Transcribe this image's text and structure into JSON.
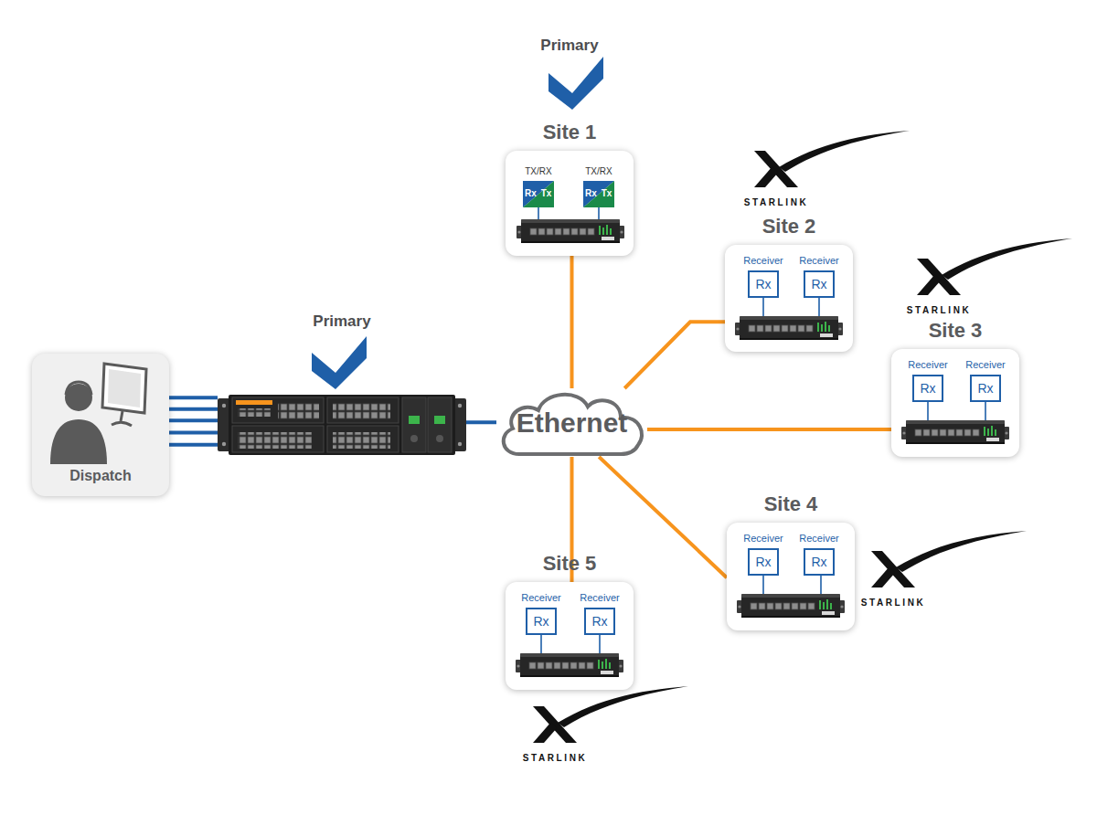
{
  "diagram": {
    "nodes": [
      {
        "text": [
          "Primary",
          "Site 1"
        ]
      },
      {
        "text": [
          "TX/RX",
          "Rx",
          "Tx"
        ],
        "in": 0
      },
      {
        "text": [
          "TX/RX",
          "Rx",
          "Tx"
        ],
        "in": 0
      },
      {
        "text": [
          "Site 2"
        ]
      },
      {
        "text": [
          "Receiver",
          "Rx"
        ],
        "in": 3
      },
      {
        "text": [
          "Receiver",
          "Rx"
        ],
        "in": 3
      },
      {
        "text": [
          "Site 3"
        ]
      },
      {
        "text": [
          "Receiver",
          "Rx"
        ],
        "in": 6
      },
      {
        "text": [
          "Receiver",
          "Rx"
        ],
        "in": 6
      },
      {
        "text": [
          "Dispatch"
        ]
      },
      {
        "text": [
          "Primary"
        ]
      },
      {
        "text": [
          "Ethernet"
        ]
      },
      {
        "text": [
          "Site 4"
        ]
      },
      {
        "text": [
          "Receiver",
          "Rx"
        ],
        "in": 12
      },
      {
        "text": [
          "Receiver",
          "Rx"
        ],
        "in": 12
      },
      {
        "text": [
          "Site 5"
        ]
      },
      {
        "text": [
          "Receiver",
          "Rx"
        ],
        "in": 15
      },
      {
        "text": [
          "Receiver",
          "Rx"
        ],
        "in": 15
      }
    ],
    "edges": [
      {
        "from": 9,
        "to": 10,
        "arrow": "none"
      },
      {
        "from": 10,
        "to": 11,
        "arrow": "none"
      },
      {
        "from": 11,
        "to": 0,
        "arrow": "none"
      },
      {
        "from": 11,
        "to": 3,
        "arrow": "none"
      },
      {
        "from": 11,
        "to": 6,
        "arrow": "none"
      },
      {
        "from": 11,
        "to": 12,
        "arrow": "none"
      },
      {
        "from": 11,
        "to": 15,
        "arrow": "none"
      }
    ],
    "labels": [
      "STARLINK",
      "STARLINK",
      "STARLINK",
      "STARLINK"
    ]
  }
}
